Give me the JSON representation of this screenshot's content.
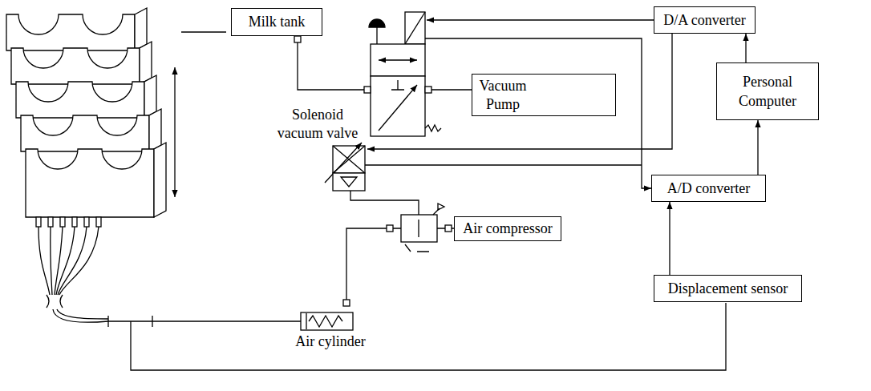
{
  "diagram": {
    "nodes": [
      {
        "text": [
          "Milk tank"
        ]
      },
      {
        "text": [
          "D/A converter"
        ]
      },
      {
        "text": [
          "Vacuum Pump"
        ]
      },
      {
        "text": [
          "Personal Computer"
        ]
      },
      {
        "text": [
          "A/D converter"
        ]
      },
      {
        "text": [
          "Air compressor"
        ]
      },
      {
        "text": [
          "Displacement sensor"
        ]
      }
    ],
    "edges": [
      {
        "from": 3,
        "to": 1,
        "arrow": "to"
      },
      {
        "from": 4,
        "to": 3,
        "arrow": "to"
      },
      {
        "from": 6,
        "to": 4,
        "arrow": "to"
      }
    ],
    "labels": [
      "Solenoid vacuum valve",
      "Air cylinder"
    ]
  }
}
